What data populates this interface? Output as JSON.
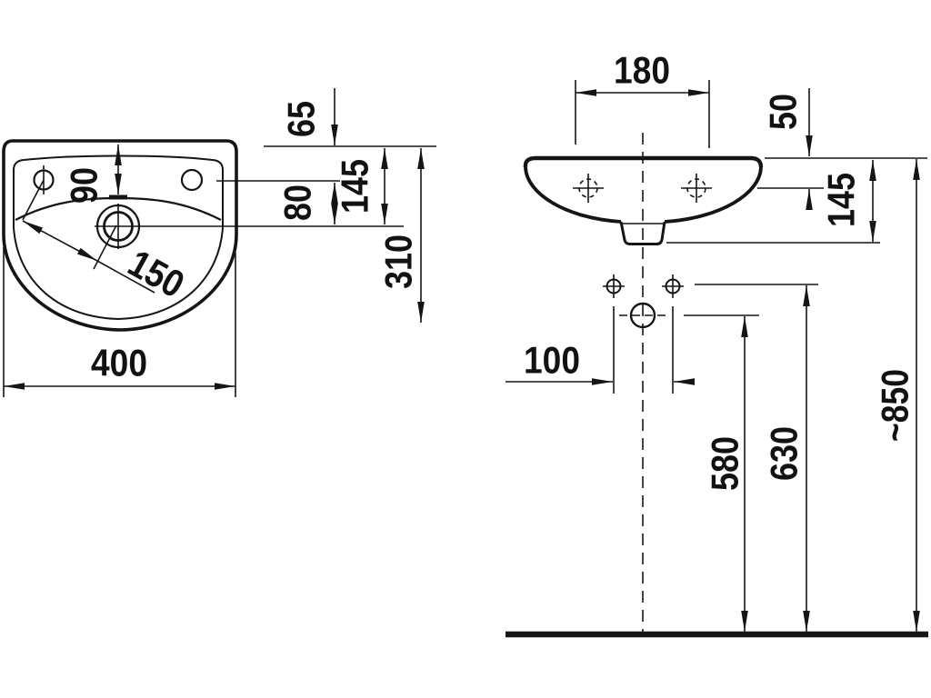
{
  "drawing": {
    "title_hint": "washbasin technical dimension drawing",
    "top_view": {
      "width": "400",
      "depth": "310",
      "rear_to_bowl_edge": "90",
      "hole_to_tap_distance": "150",
      "rear_to_side_holes": "65",
      "holes_to_tap": "80",
      "rear_to_tap": "145"
    },
    "front_view": {
      "fixing_hole_spacing": "180",
      "rim_to_fixing_holes": "50",
      "rim_to_outlet_bottom": "145",
      "supply_hole_spacing": "100",
      "floor_to_drain_center": "580",
      "floor_to_supply_holes": "630",
      "floor_to_rim_height": "~850"
    },
    "colors": {
      "ink": "#151515",
      "background": "#ffffff"
    }
  }
}
